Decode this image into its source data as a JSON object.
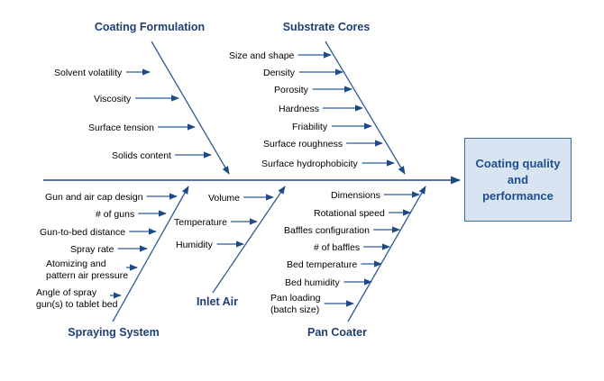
{
  "effect": "Coating quality\nand\nperformance",
  "categories": {
    "coating_formulation": {
      "title": "Coating Formulation",
      "causes": [
        "Solvent volatility",
        "Viscosity",
        "Surface tension",
        "Solids content"
      ]
    },
    "substrate_cores": {
      "title": "Substrate Cores",
      "causes": [
        "Size and shape",
        "Density",
        "Porosity",
        "Hardness",
        "Friability",
        "Surface roughness",
        "Surface hydrophobicity"
      ]
    },
    "spraying_system": {
      "title": "Spraying System",
      "causes": [
        "Gun and air cap design",
        "# of guns",
        "Gun-to-bed distance",
        "Spray rate",
        [
          "Atomizing and",
          "pattern air pressure"
        ],
        [
          "Angle of spray",
          "gun(s) to tablet bed"
        ]
      ]
    },
    "inlet_air": {
      "title": "Inlet Air",
      "causes": [
        "Volume",
        "Temperature",
        "Humidity"
      ]
    },
    "pan_coater": {
      "title": "Pan Coater",
      "causes": [
        "Dimensions",
        "Rotational speed",
        "Baffles configuration",
        "# of baffles",
        "Bed temperature",
        "Bed humidity",
        [
          "Pan loading",
          "(batch size)"
        ]
      ]
    }
  },
  "colors": {
    "line": "#2e5b96",
    "heading": "#1f3f73",
    "box_fill": "#d9e4f2",
    "box_border": "#3b6aa8",
    "effect_text": "#1f4e8c"
  }
}
